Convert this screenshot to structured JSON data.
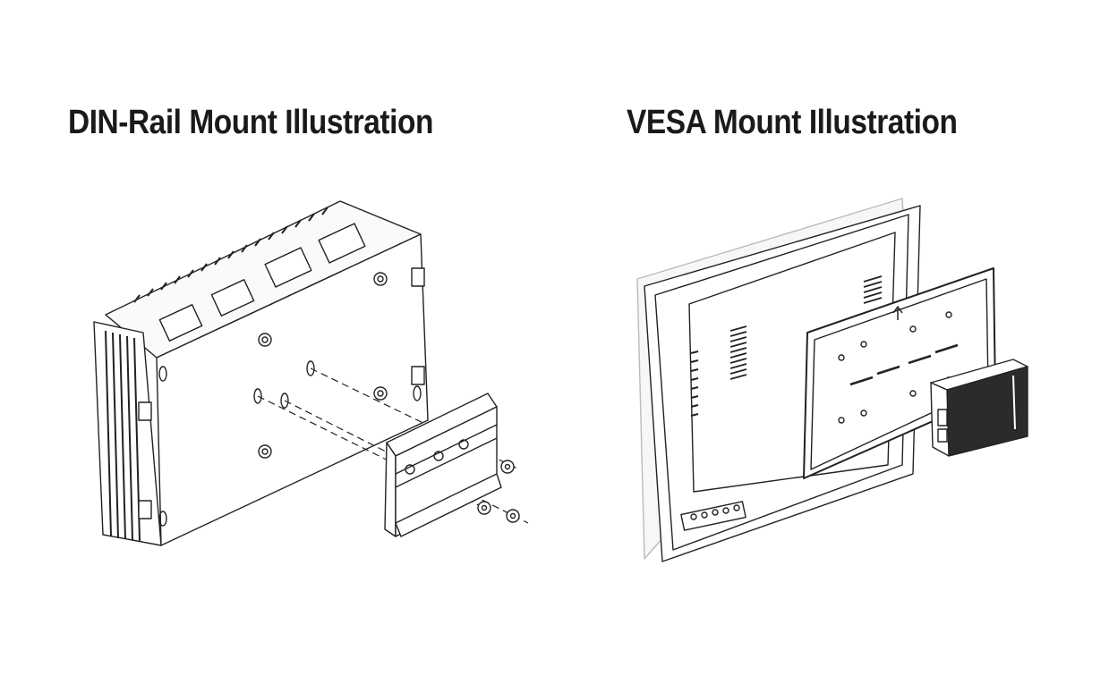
{
  "left": {
    "title": "DIN-Rail Mount Illustration",
    "icon": "din-rail-mount-drawing"
  },
  "right": {
    "title": "VESA Mount Illustration",
    "icon": "vesa-mount-drawing"
  },
  "colors": {
    "background": "#ffffff",
    "ink": "#1a1a1a",
    "heatsink": "#2b2b2b"
  }
}
